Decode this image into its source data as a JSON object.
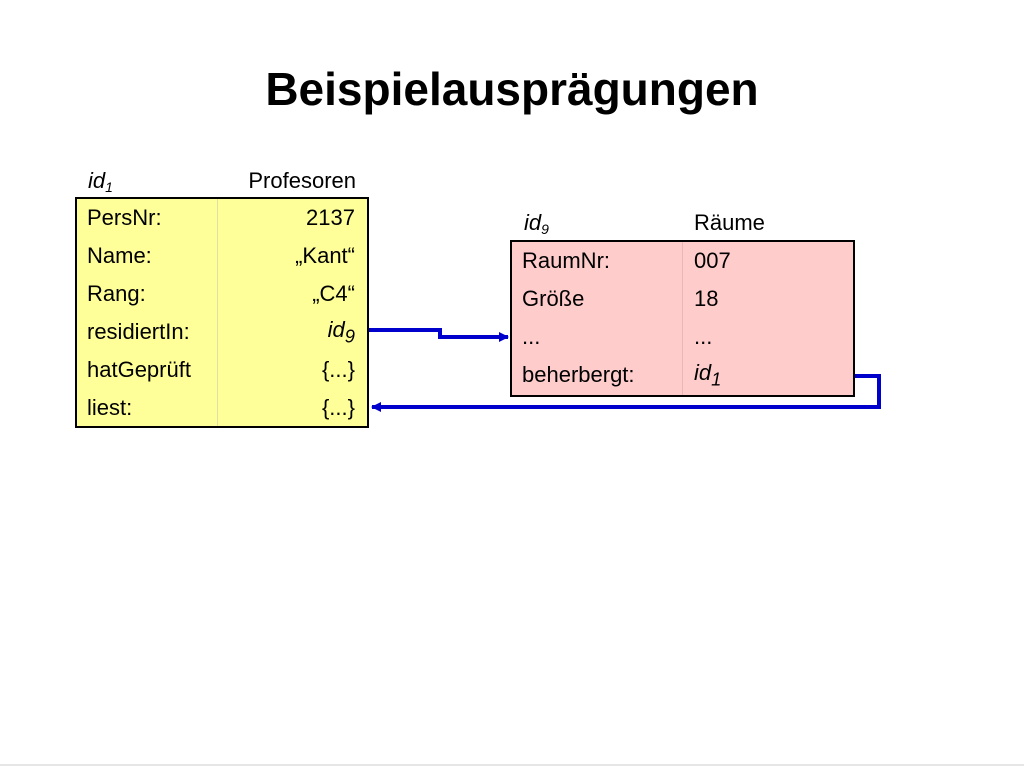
{
  "title": "Beispielausprägungen",
  "colors": {
    "professor_fill": "#ffff99",
    "room_fill": "#ffcccc",
    "arrow": "#0000cc",
    "divider": "#d8d8b0"
  },
  "professor": {
    "id_prefix": "id",
    "id_sub": "1",
    "class_name": "Profesoren",
    "rows": [
      {
        "attr": "PersNr:",
        "value": "2137"
      },
      {
        "attr": "Name:",
        "value": "„Kant“"
      },
      {
        "attr": "Rang:",
        "value": "„C4“"
      },
      {
        "attr": "residiertIn:",
        "value": "id",
        "value_sub": "9"
      },
      {
        "attr": "hatGeprüft",
        "value": "{...}"
      },
      {
        "attr": "liest:",
        "value": "{...}"
      }
    ]
  },
  "room": {
    "id_prefix": "id",
    "id_sub": "9",
    "class_name": "Räume",
    "rows": [
      {
        "attr": "RaumNr:",
        "value": "007"
      },
      {
        "attr": "Größe",
        "value": "18"
      },
      {
        "attr": "...",
        "value": "..."
      },
      {
        "attr": "beherbergt:",
        "value": "id",
        "value_sub": "1"
      }
    ]
  }
}
